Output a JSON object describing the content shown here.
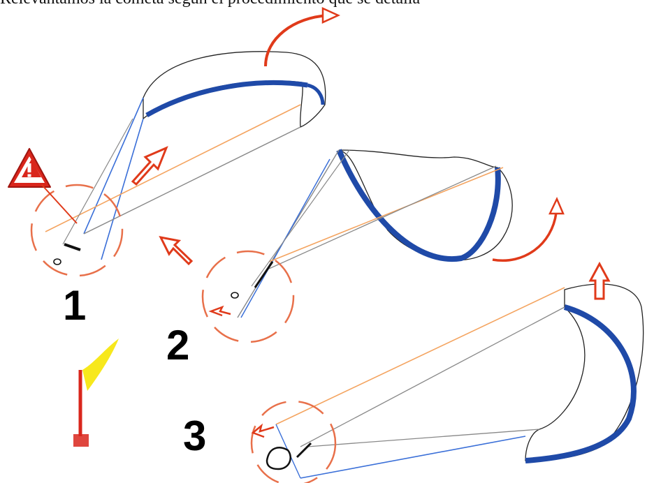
{
  "caption": "Relevantamos la cometa segun el procedimiento que se detalla",
  "steps": [
    {
      "label": "1"
    },
    {
      "label": "2"
    },
    {
      "label": "3"
    }
  ],
  "icons": [
    "warning-icon",
    "wind-flag-icon",
    "rotation-arrow-icon",
    "direction-arrow-icon"
  ],
  "colors": {
    "kite_leading_edge": "#1f4aa8",
    "front_line": "#f4a460",
    "back_line": "#888888",
    "blue_line": "#3a6fd8",
    "highlight": "#e03a1a",
    "warning": "#d9261c",
    "flag": "#f7e81c"
  }
}
